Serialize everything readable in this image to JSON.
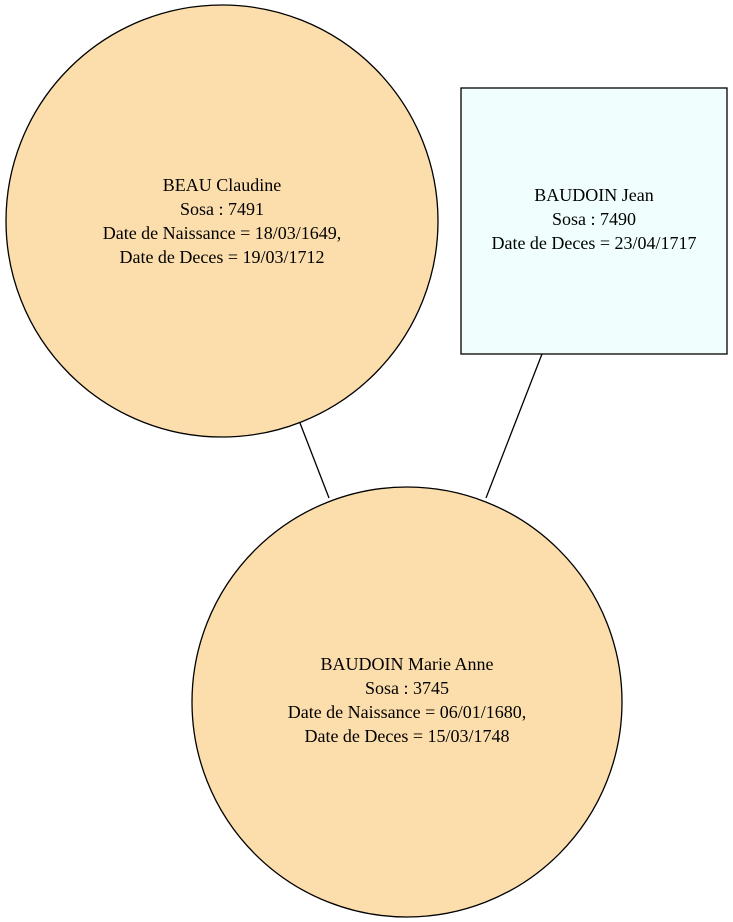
{
  "nodes": {
    "mother": {
      "shape": "circle",
      "fill_color": "#fcdeac",
      "lines": [
        "BEAU Claudine",
        "Sosa : 7491",
        "Date de Naissance = 18/03/1649,",
        "Date de Deces = 19/03/1712"
      ]
    },
    "father": {
      "shape": "box",
      "fill_color": "#f0fefe",
      "lines": [
        "BAUDOIN Jean",
        "Sosa : 7490",
        "Date de Deces = 23/04/1717"
      ]
    },
    "child": {
      "shape": "circle",
      "fill_color": "#fcdeac",
      "lines": [
        "BAUDOIN Marie Anne",
        "Sosa : 3745",
        "Date de Naissance = 06/01/1680,",
        "Date de Deces = 15/03/1748"
      ]
    }
  },
  "edges": [
    {
      "from": "mother",
      "to": "child"
    },
    {
      "from": "father",
      "to": "child"
    }
  ],
  "colors": {
    "stroke": "#000000",
    "background": "#ffffff"
  }
}
